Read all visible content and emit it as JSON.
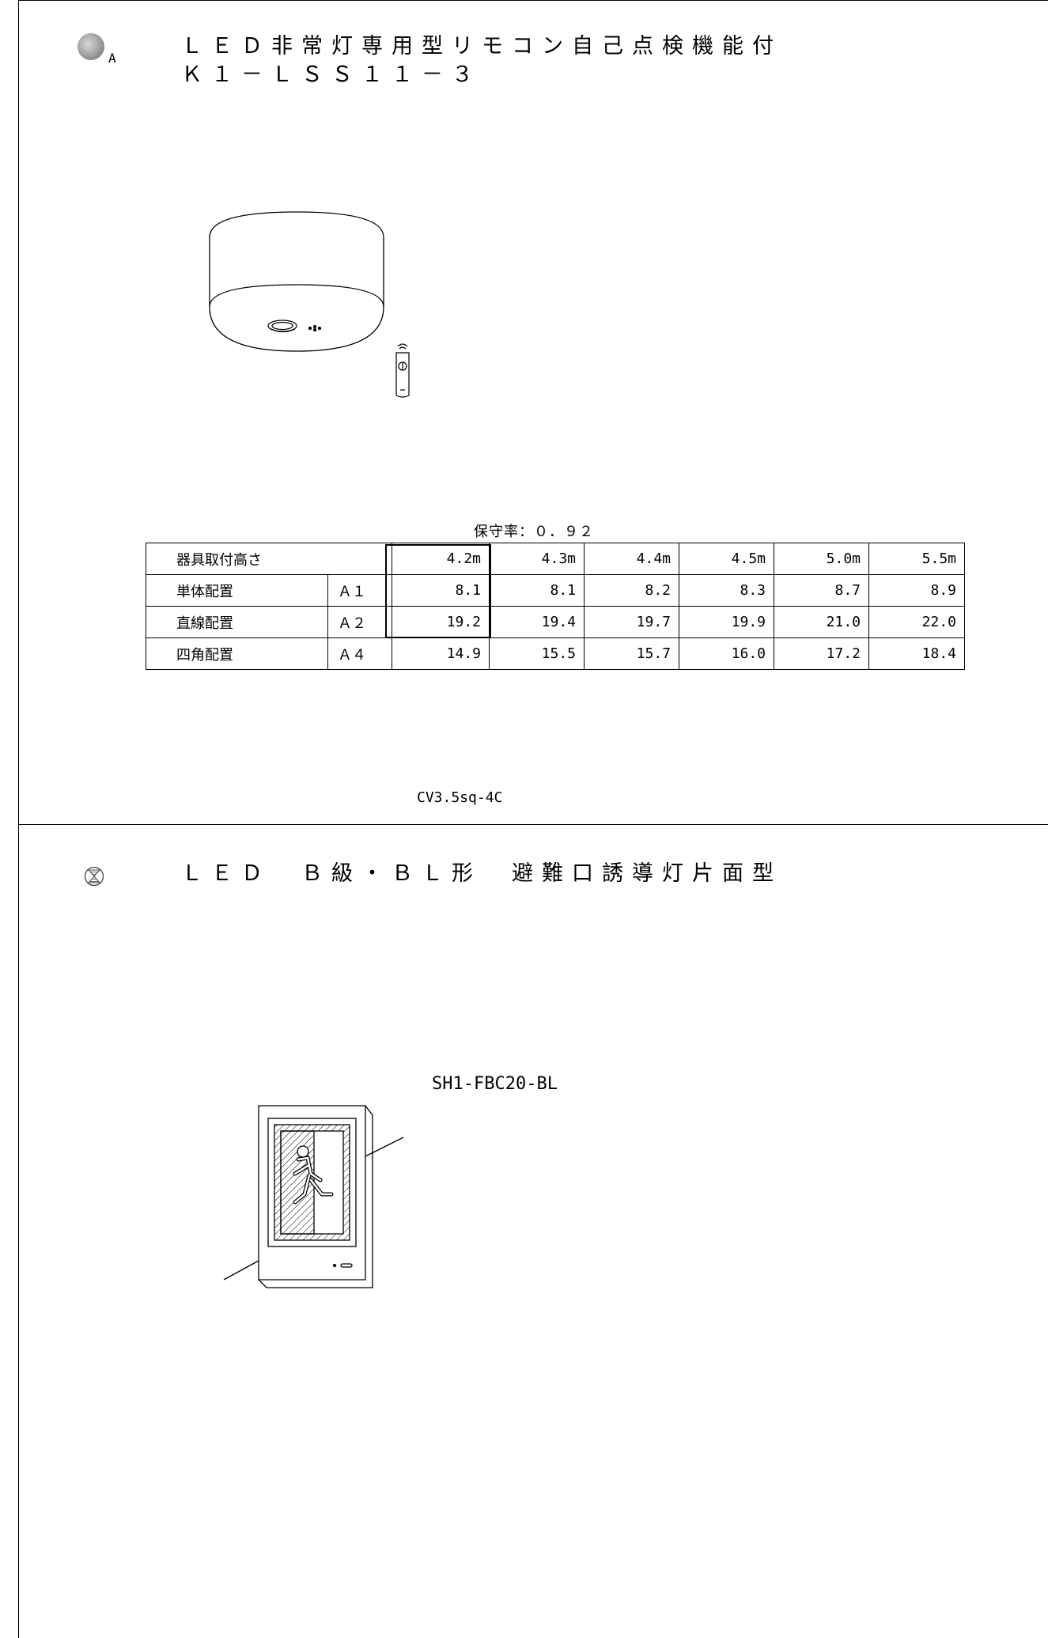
{
  "section1": {
    "marker_sub": "A",
    "title_line1": "ＬＥＤ非常灯専用型リモコン自己点検機能付",
    "title_line2": "Ｋ１－ＬＳＳ１１－３",
    "maintenance_label": "保守率：０．９２",
    "table": {
      "header_label": "器具取付高さ",
      "heights": [
        "4.2m",
        "4.3m",
        "4.4m",
        "4.5m",
        "5.0m",
        "5.5m"
      ],
      "rows": [
        {
          "label": "単体配置",
          "code": "Ａ１",
          "values": [
            "8.1",
            "8.1",
            "8.2",
            "8.3",
            "8.7",
            "8.9"
          ]
        },
        {
          "label": "直線配置",
          "code": "Ａ２",
          "values": [
            "19.2",
            "19.4",
            "19.7",
            "19.9",
            "21.0",
            "22.0"
          ]
        },
        {
          "label": "四角配置",
          "code": "Ａ４",
          "values": [
            "14.9",
            "15.5",
            "15.7",
            "16.0",
            "17.2",
            "18.4"
          ]
        }
      ]
    },
    "cable_label": "CV3.5sq-4C",
    "icons": [
      "emergency-light-symbol-icon",
      "ceiling-emergency-light-drawing-icon",
      "remote-control-icon"
    ]
  },
  "section2": {
    "title": "ＬＥＤ　Ｂ級・ＢＬ形　避難口誘導灯片面型",
    "model_label": "SH1-FBC20-BL",
    "icons": [
      "guide-light-symbol-icon",
      "exit-sign-drawing-icon"
    ]
  }
}
